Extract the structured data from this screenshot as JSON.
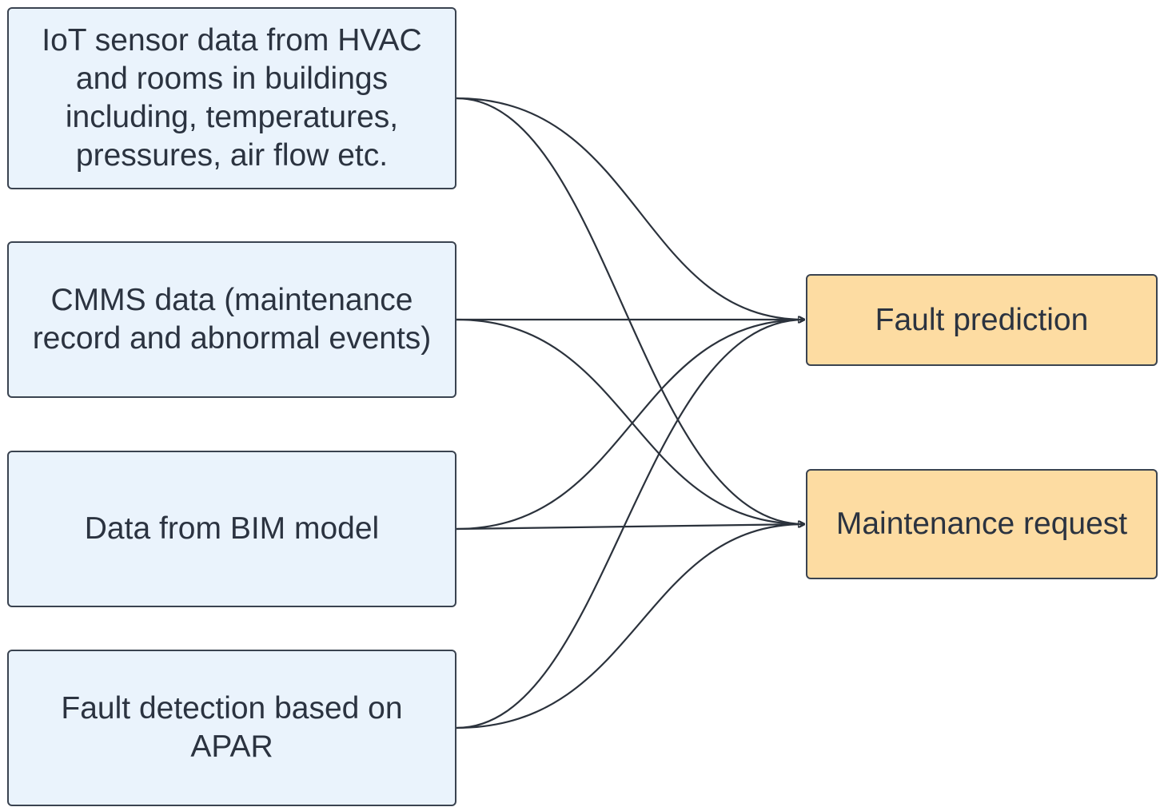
{
  "inputs": {
    "iot": "IoT sensor data from HVAC\nand rooms in buildings\nincluding, temperatures,\npressures, air flow etc.",
    "cmms": "CMMS data (maintenance\nrecord and abnormal events)",
    "bim": "Data from BIM model",
    "fault_detection": "Fault detection based on\nAPAR"
  },
  "outputs": {
    "fault_prediction": "Fault prediction",
    "maintenance_request": "Maintenance request"
  },
  "colors": {
    "input_fill": "#eaf3fc",
    "output_fill": "#fddca2",
    "stroke": "#2b323c"
  }
}
